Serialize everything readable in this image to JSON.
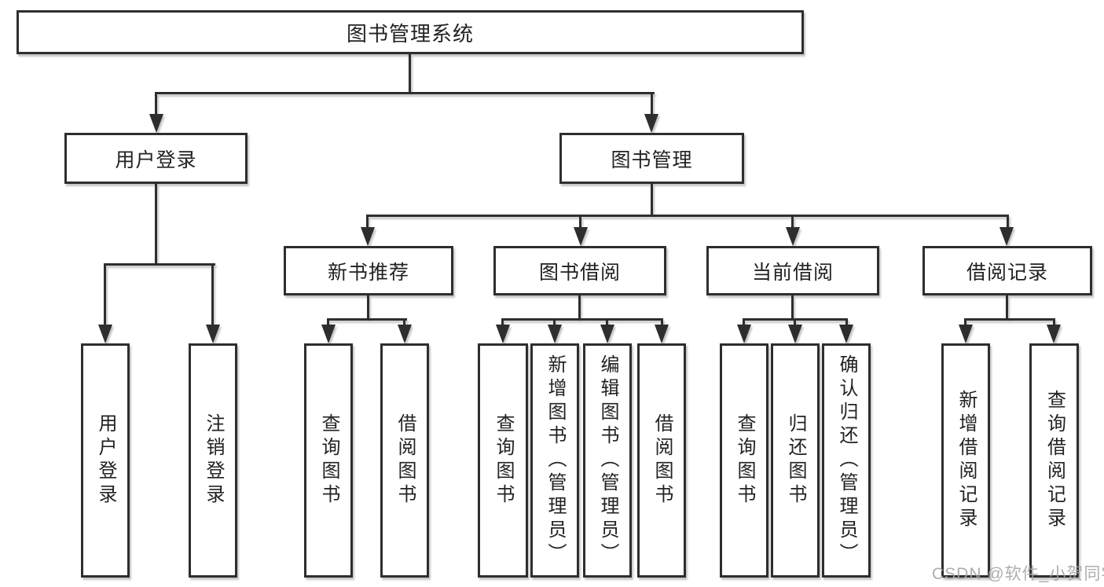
{
  "tree": {
    "root": {
      "label": "图书管理系统"
    },
    "level1": [
      {
        "label": "用户登录",
        "children": [
          {
            "label": "用户登录"
          },
          {
            "label": "注销登录"
          }
        ]
      },
      {
        "label": "图书管理",
        "children": [
          {
            "label": "新书推荐",
            "children": [
              {
                "label": "查询图书"
              },
              {
                "label": "借阅图书"
              }
            ]
          },
          {
            "label": "图书借阅",
            "children": [
              {
                "label": "查询图书"
              },
              {
                "label": "新增图书（管理员）"
              },
              {
                "label": "编辑图书（管理员）"
              },
              {
                "label": "借阅图书"
              }
            ]
          },
          {
            "label": "当前借阅",
            "children": [
              {
                "label": "查询图书"
              },
              {
                "label": "归还图书"
              },
              {
                "label": "确认归还（管理员）"
              }
            ]
          },
          {
            "label": "借阅记录",
            "children": [
              {
                "label": "新增借阅记录"
              },
              {
                "label": "查询借阅记录"
              }
            ]
          }
        ]
      }
    ]
  },
  "icons": {
    "arrowhead": "solid-triangle-down"
  },
  "colors": {
    "line": "#2e2e2e",
    "text": "#222222",
    "box_fill": "#ffffff",
    "watermark": "#a6a6a6",
    "background": "#ffffff"
  },
  "watermark": {
    "text": "CSDN @软件_小贺同学"
  }
}
